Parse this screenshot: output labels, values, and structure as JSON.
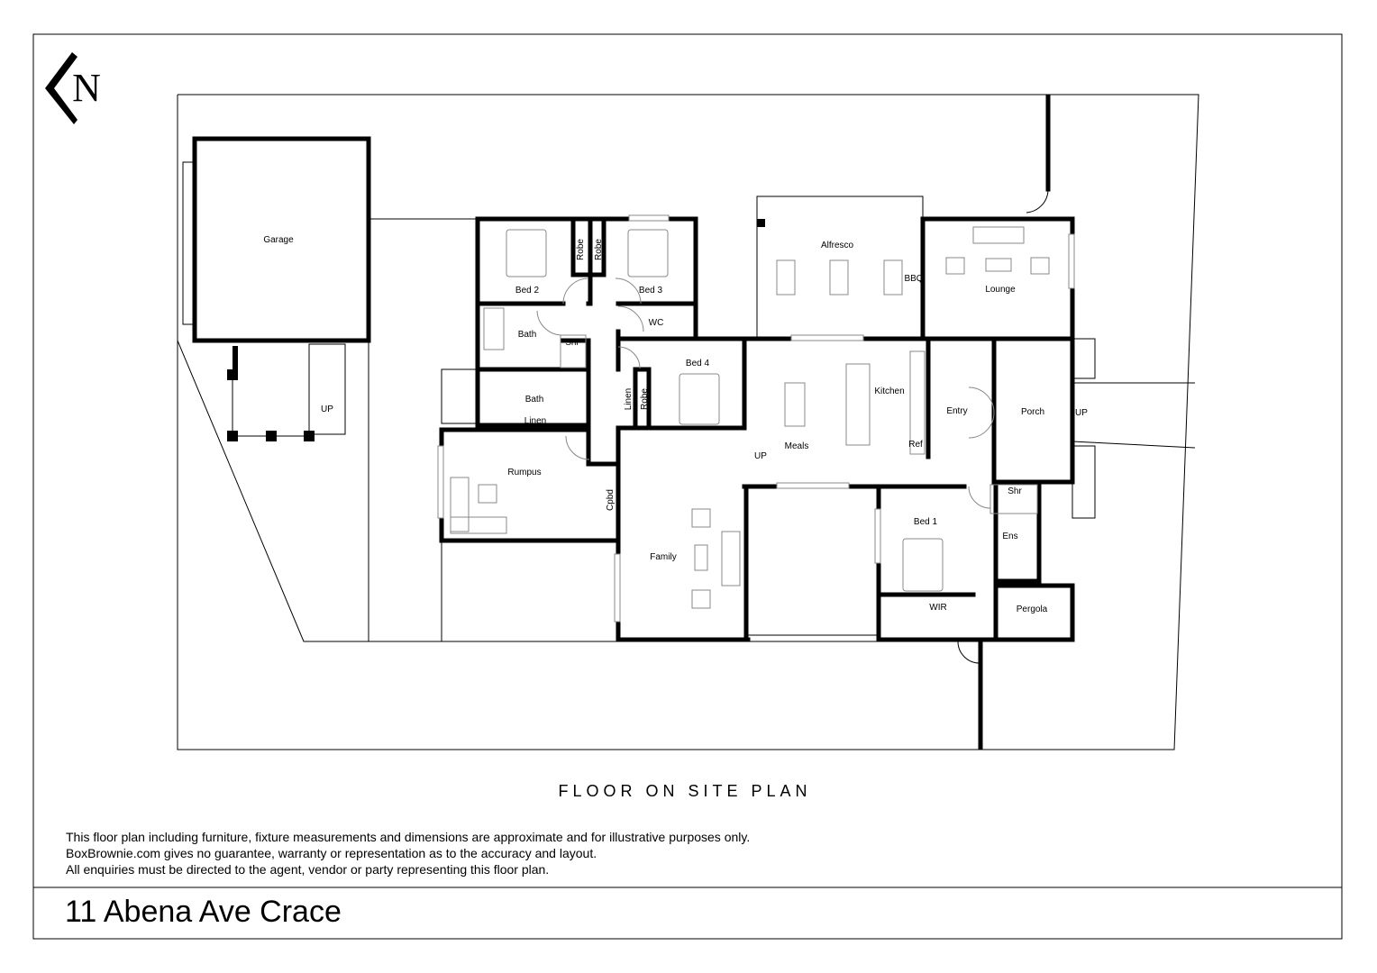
{
  "compass": {
    "label": "N",
    "icon": "north-arrow-icon"
  },
  "rooms": {
    "garage": "Garage",
    "bed2": "Bed 2",
    "robe_a": "Robe",
    "robe_b": "Robe",
    "bed3": "Bed 3",
    "wc": "WC",
    "bath1": "Bath",
    "shr1": "Shr",
    "bath2": "Bath",
    "linen1": "Linen",
    "bed4": "Bed 4",
    "linen2": "Linen",
    "robe_c": "Robe",
    "rumpus": "Rumpus",
    "cpbd": "Cpbd",
    "family": "Family",
    "alfresco": "Alfresco",
    "bbq": "BBQ",
    "lounge": "Lounge",
    "kitchen": "Kitchen",
    "meals": "Meals",
    "ref": "Ref",
    "entry": "Entry",
    "porch": "Porch",
    "up_porch": "UP",
    "up_meals": "UP",
    "up_garage": "UP",
    "shr2": "Shr",
    "bed1": "Bed 1",
    "ens": "Ens",
    "wir": "WIR",
    "pergola": "Pergola"
  },
  "plan_title": "FLOOR ON SITE PLAN",
  "disclaimer": [
    "This floor plan including furniture, fixture measurements and dimensions are approximate and for illustrative purposes only.",
    "BoxBrownie.com gives no guarantee, warranty or representation as to the accuracy and layout.",
    "All enquiries must be directed to the agent, vendor or party representing this floor plan."
  ],
  "address": "11 Abena Ave Crace"
}
